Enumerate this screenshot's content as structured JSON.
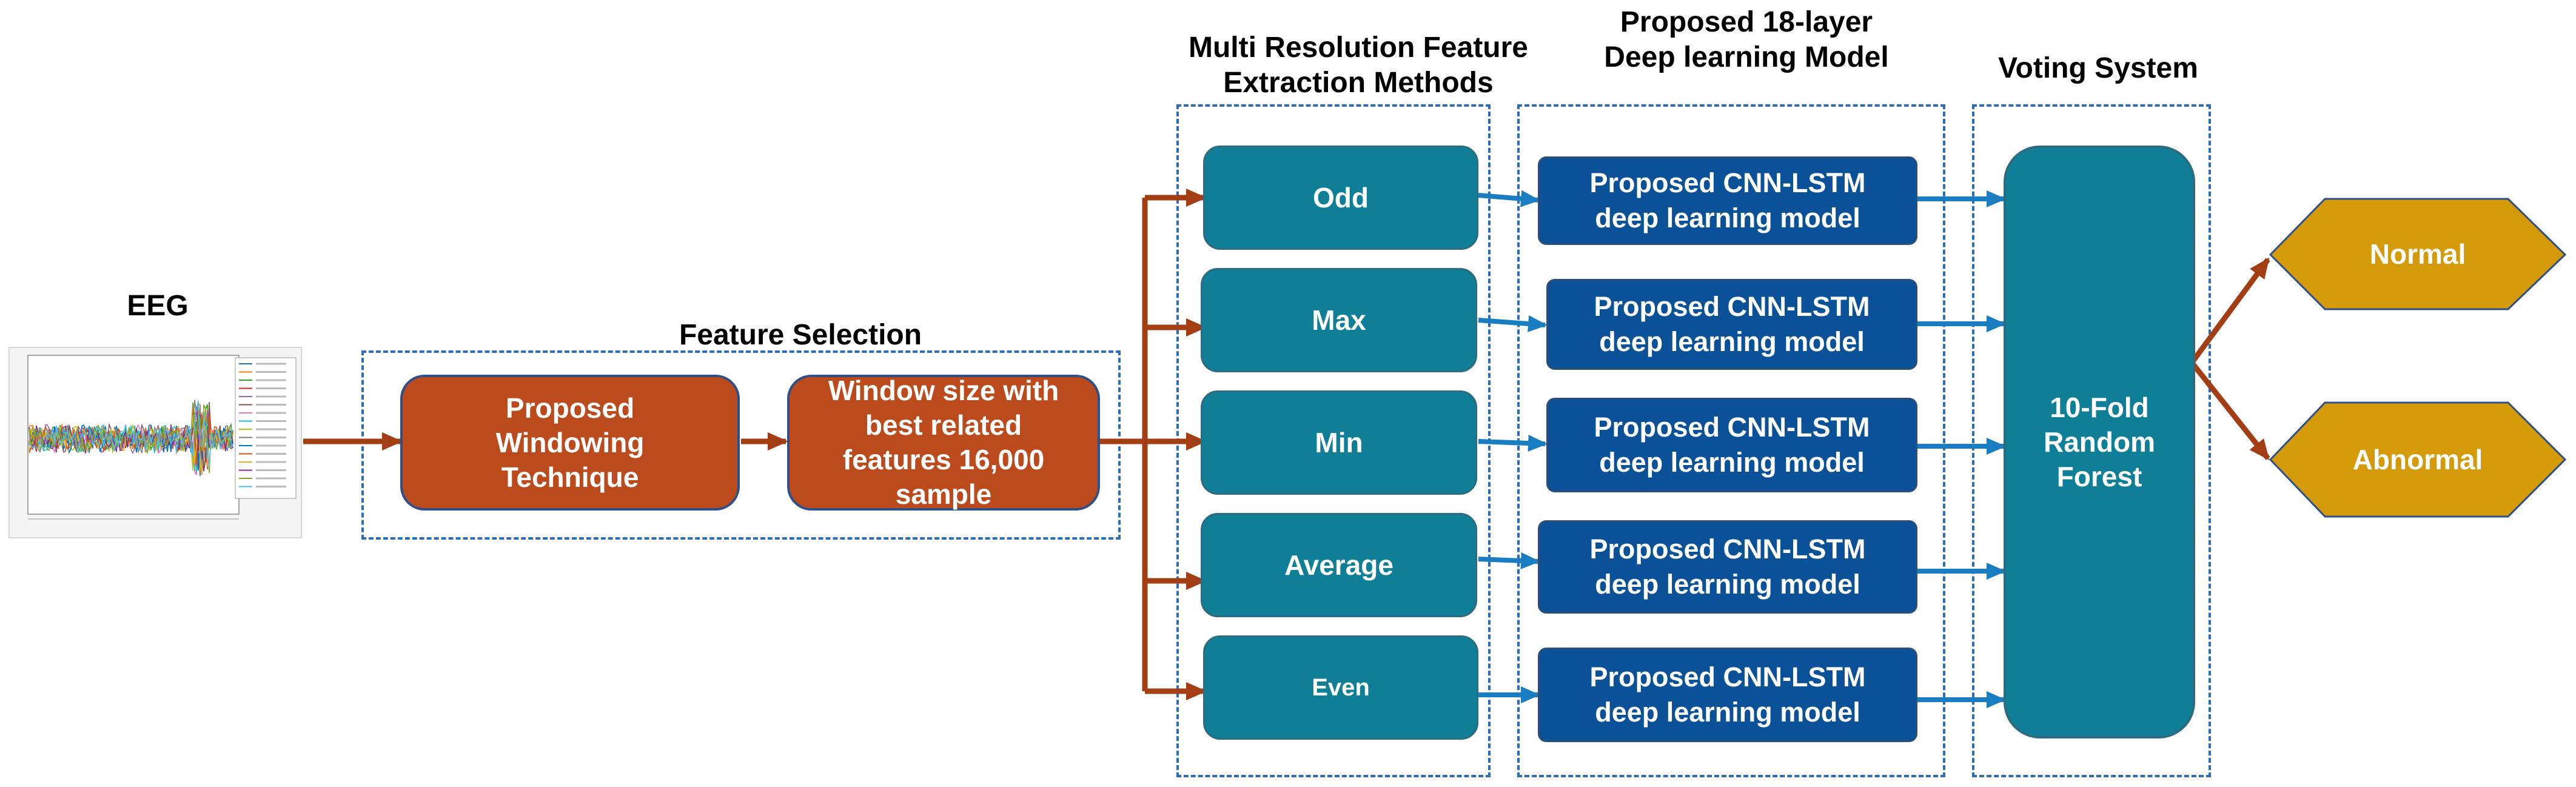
{
  "headers": {
    "eeg": "EEG",
    "feature_selection": "Feature Selection",
    "multi_res_line1": "Multi Resolution Feature",
    "multi_res_line2": "Extraction Methods",
    "proposed_line1": "Proposed 18-layer",
    "proposed_line2": "Deep learning Model",
    "voting": "Voting System"
  },
  "feature_selection": {
    "windowing": [
      "Proposed",
      "Windowing",
      "Technique"
    ],
    "window_size": [
      "Window size with",
      "best related",
      "features 16,000",
      "sample"
    ]
  },
  "extraction_methods": [
    "Odd",
    "Max",
    "Min",
    "Average",
    "Even"
  ],
  "model_box": [
    "Proposed CNN-LSTM",
    "deep learning model"
  ],
  "voting_box": [
    "10-Fold",
    "Random",
    "Forest"
  ],
  "outputs": [
    "Normal",
    "Abnormal"
  ],
  "colors": {
    "orange_box": "#bb4b1c",
    "orange_arrow": "#a33d13",
    "teal_box": "#0e7f97",
    "blue_box": "#0a5198",
    "blue_arrow": "#1a7cc1",
    "gold_hex": "#d49a07",
    "dashed_border": "#2e6db4"
  }
}
